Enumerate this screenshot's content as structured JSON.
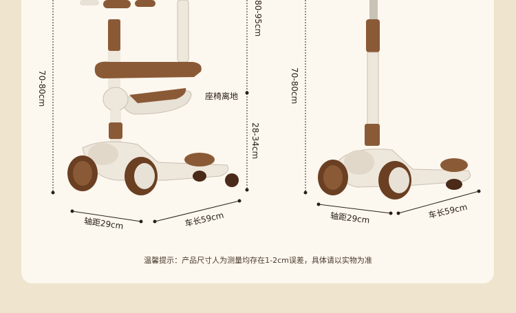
{
  "left": {
    "height_seat_top": "80-95cm",
    "height_handle": "70-80cm",
    "seat_label": "座椅离地",
    "seat_height": "28-34cm",
    "wheelbase": "轴距29cm",
    "length": "车长59cm"
  },
  "right": {
    "height_handle": "70-80cm",
    "wheelbase": "轴距29cm",
    "length": "车长59cm"
  },
  "notice": "温馨提示：产品尺寸人为测量均存在1-2cm误差，具体请以实物为准",
  "colors": {
    "brown": "#8a5a36",
    "dark_brown": "#5a3520",
    "cream": "#eee7dc",
    "bg": "#efe4cd"
  }
}
